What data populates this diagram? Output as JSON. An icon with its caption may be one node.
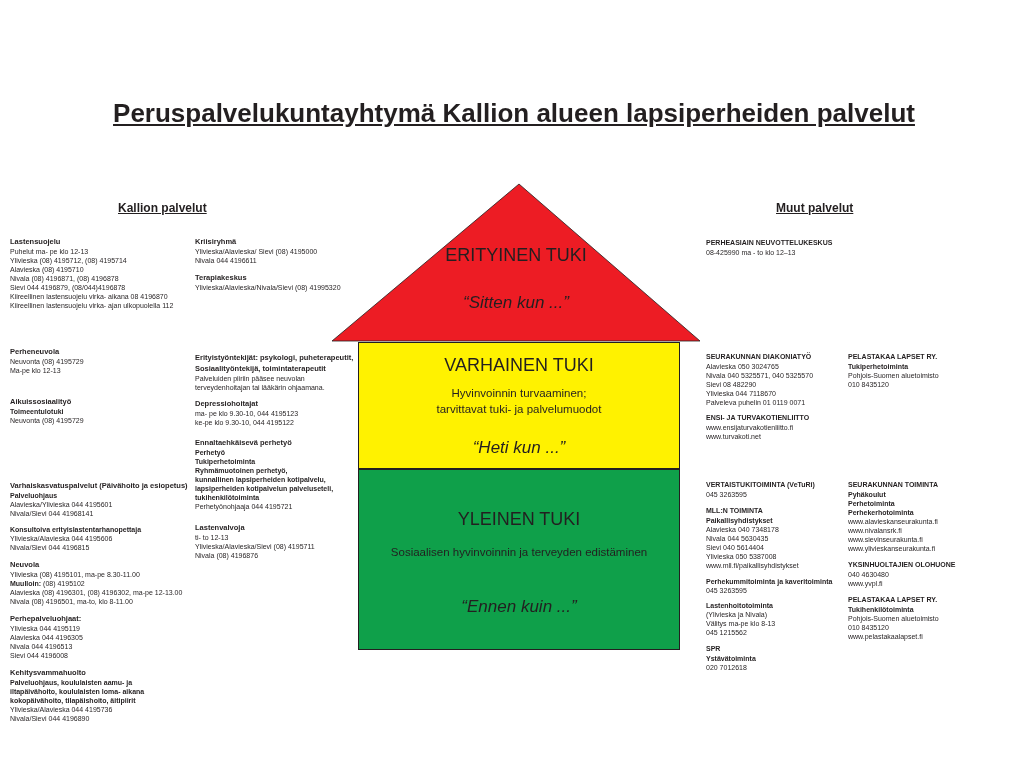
{
  "diagram": {
    "title": "Peruspalvelukuntayhtymä Kallion alueen lapsiperheiden palvelut",
    "nodes": [
      {
        "text": [
          "ERITYINEN TUKI",
          "“Sitten kun ...”"
        ]
      },
      {
        "text": [
          "VARHAINEN TUKI",
          "Hyvinvoinnin turvaaminen; tarvittavat tuki- ja palvelumuodot",
          "“Heti kun ...”"
        ]
      },
      {
        "text": [
          "YLEINEN TUKI",
          "Sosiaalisen hyvinvoinnin ja terveyden edistäminen",
          "“Ennen kuin ...”"
        ]
      }
    ],
    "labels": [
      "Kallion palvelut",
      "Lastensuojelu",
      "Puhelut ma- pe klo 12-13",
      "Ylivieska (08) 4195712, (08) 4195714",
      "Alavieska (08) 4195710",
      "Nivala (08) 4196871, (08) 4196878",
      "Sievi 044 4196879, (08/044)4196878",
      "Kiireellinen lastensuojelu virka- aikana 08 4196870",
      "Kiireellinen lastensuojelu virka- ajan ulkopuolella 112",
      "Perheneuvola",
      "Neuvonta (08) 4195729",
      "Ma-pe klo 12-13",
      "Aikuissosiaalityö",
      "Toimeentulotuki",
      "Neuvonta (08) 4195729",
      "Varhaiskasvatuspalvelut (Päivähoito ja esiopetus)",
      "Palveluohjaus",
      "Alavieska/Ylivieska 044 4195601",
      "Nivala/Sievi 044 41968141",
      "Konsultoiva erityislastentarhanopettaja",
      "Ylivieska/Alavieska 044 4195606",
      "Nivala/Sievi 044 4196815",
      "Neuvola",
      "Ylivieska (08) 4195101, ma-pe 8.30-11.00",
      "**Muulloin:** (08) 4195102",
      "Alavieska (08) 4196301, (08) 4196302, ma-pe 12-13.00",
      "Nivala (08) 4196501, ma-to, klo 8-11.00",
      "Perhepalveluohjaat:",
      "Ylivieska 044 4195119",
      "Alavieska 044 4196305",
      "Nivala 044 4196513",
      "Sievi 044 4196008",
      "Kehitysvammahuolto",
      "Palveluohjaus, koululaisten aamu- ja iltapäivähoito, koululaisten loma- aikana kokopäivähoito, tilapäishoito, äitipiirit",
      "Ylivieska/Alavieska 044 4195736",
      "Nivala/Sievi 044 4196890",
      "Kriisiryhmä",
      "Ylivieska/Alavieska/ Sievi (08) 4195000",
      "Nivala 044 4196611",
      "Terapiakeskus",
      "Ylivieska/Alavieska/Nivala/Sievi (08) 41995320",
      "Erityistyöntekijät: psykologi, puheterapeutit,",
      "Sosiaalityöntekijä, toimintaterapeutit",
      "Palveluiden piiriin pääsee neuvolan terveydenhoitajan tai lääkärin ohjaamana.",
      "Depressiohoitajat",
      "ma- pe klo 9.30-10, 044 4195123",
      "ke-pe klo 9.30-10, 044 4195122",
      "Ennaltaehkäisevä perhetyö",
      "Perhetyö",
      "Tukiperhetoiminta",
      "Ryhmämuotoinen perhetyö,",
      "kunnallinen lapsiperheiden kotipalvelu,",
      "lapsiperheiden kotipalvelun palveluseteli,",
      "tukihenkilötoiminta",
      "Perhetyönohjaaja 044 4195721",
      "Lastenvalvoja",
      "ti- to 12-13",
      "Ylivieska/Alavieska/Sievi (08) 4195711",
      "Nivala (08) 4196876",
      "Muut palvelut",
      "PERHEASIAIN NEUVOTTELUKESKUS",
      "08-425990 ma - to klo 12–13",
      "SEURAKUNNAN DIAKONIATYÖ",
      "Alavieska 050 3024765",
      "Nivala 040 5325571, 040 5325570",
      "Sievi 08 482290",
      "Ylivieska 044 7118670",
      "Palveleva puhelin 01 0119 0071",
      "ENSI- JA TURVAKOTIENLIITTO",
      "www.ensijaturvakotienliitto.fi",
      "www.turvakoti.net",
      "VERTAISTUKITOIMINTA (VeTuRi)",
      "045 3263595",
      "MLL:N TOIMINTA",
      "Paikallisyhdistykset",
      "Alavieska 040 7348178",
      "Nivala 044 5630435",
      "Sievi 040 5614404",
      "Ylivieska 050 5387008",
      "www.mll.fi/paikallisyhdistykset",
      "Perhekummitoiminta ja kaveritoiminta",
      "045 3263595",
      "Lastenhoitotoiminta",
      "(Ylivieska ja Nivala)",
      "Välitys ma-pe klo 8-13",
      "045 1215562",
      "SPR",
      "Ystävätoiminta",
      "020 7012618",
      "PELASTAKAA LAPSET RY.",
      "Tukiperhetoiminta",
      "Pohjois-Suomen aluetoimisto",
      "010 8435120",
      "SEURAKUNNAN TOIMINTA",
      "Pyhäkoulut",
      "Perhetoiminta",
      "Perhekerhotoiminta",
      "www.alavieskanseurakunta.fi",
      "www.nivalansrk.fi",
      "www.sievinseurakunta.fi",
      "www.ylivieskanseurakunta.fi",
      "YKSINHUOLTAJIEN OLOHUONE",
      "040 4630480",
      "www.yvpl.fi",
      "PELASTAKAA LAPSET RY.",
      "Tukihenkilötoiminta",
      "Pohjois-Suomen aluetoimisto",
      "010 8435120",
      "www.pelastakaalapset.fi"
    ]
  }
}
